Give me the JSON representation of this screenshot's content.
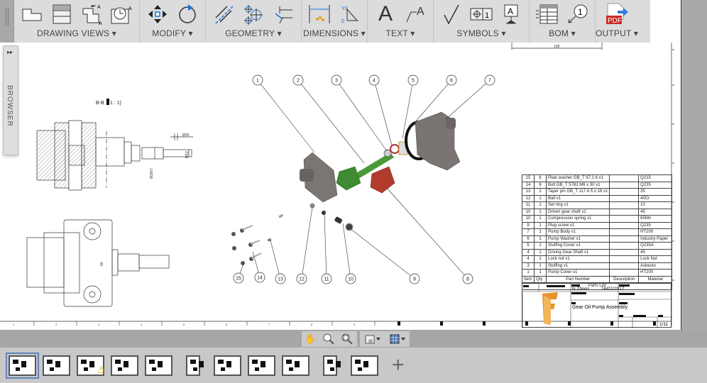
{
  "toolbar": {
    "groups": [
      {
        "label": "DRAWING VIEWS",
        "icons": [
          "base-view-icon",
          "projected-view-icon",
          "section-view-icon",
          "detail-view-icon"
        ]
      },
      {
        "label": "MODIFY",
        "icons": [
          "move-icon",
          "rotate-icon"
        ]
      },
      {
        "label": "GEOMETRY",
        "icons": [
          "centerline-icon",
          "center-mark-icon",
          "edge-extension-icon"
        ]
      },
      {
        "label": "DIMENSIONS",
        "icons": [
          "dimension-icon",
          "ordinate-dimension-icon"
        ]
      },
      {
        "label": "TEXT",
        "icons": [
          "text-icon",
          "leader-text-icon"
        ]
      },
      {
        "label": "SYMBOLS",
        "icons": [
          "surface-texture-icon",
          "feature-control-frame-icon",
          "datum-identifier-icon"
        ]
      },
      {
        "label": "BOM",
        "icons": [
          "table-icon",
          "balloon-icon"
        ]
      },
      {
        "label": "OUTPUT",
        "icons": [
          "pdf-export-icon"
        ]
      }
    ]
  },
  "browser": {
    "label": "BROWSER"
  },
  "drawing": {
    "section_label": "B-B",
    "section_scale": "1 : 1)",
    "dims": {
      "top": "108",
      "d35": "Ø35",
      "m12": "M12",
      "d18": "Ø18h7",
      "side": "80"
    },
    "ruler": [
      "1",
      "2",
      "3",
      "4",
      "5",
      "6",
      "7",
      "8",
      "9"
    ],
    "balloons": [
      "1",
      "2",
      "3",
      "4",
      "5",
      "6",
      "7",
      "15",
      "14",
      "13",
      "12",
      "11",
      "10",
      "9",
      "8"
    ]
  },
  "parts_list": {
    "title": "Parts List",
    "headers": [
      "Item",
      "Qty",
      "Part Number",
      "Description",
      "Material"
    ],
    "rows": [
      [
        "15",
        "6",
        "Plain washer GB_T 97.1 6 v1",
        "",
        "Q215"
      ],
      [
        "14",
        "6",
        "Bolt GB_T 5782 M6 x 30 v1",
        "",
        "Q235"
      ],
      [
        "13",
        "2",
        "Taper pin GB_T 117 A 5 x 18 v1",
        "",
        "35"
      ],
      [
        "12",
        "1",
        "Ball v1",
        "",
        "40Cr"
      ],
      [
        "11",
        "1",
        "Set ring v1",
        "",
        "10"
      ],
      [
        "10",
        "1",
        "Driven gear shaft v1",
        "",
        "45"
      ],
      [
        "10",
        "1",
        "Compression spring v1",
        "",
        "65Mn"
      ],
      [
        "9",
        "1",
        "Plug screw v1",
        "",
        "Q235"
      ],
      [
        "7",
        "1",
        "Pump Body v1",
        "",
        "HT200"
      ],
      [
        "6",
        "1",
        "Pump Washer v1",
        "",
        "Industry Paper"
      ],
      [
        "5",
        "1",
        "Stuffing Cover v1",
        "",
        "Q235A"
      ],
      [
        "4",
        "1",
        "Driving Gear Shaft v1",
        "",
        "45"
      ],
      [
        "4",
        "1",
        "Lock nut v1",
        "",
        "Lock Nut"
      ],
      [
        "3",
        "1",
        "Stuffing v1",
        "",
        "Asbesto"
      ],
      [
        "1",
        "1",
        "Pump Cover v1",
        "",
        "HT200"
      ]
    ]
  },
  "title_block": {
    "author": "N Zhixin",
    "date": "16/02/2017",
    "title": "Gear Oil Pump Assembly",
    "sheet": "1/11",
    "logo": "F"
  },
  "view_controls": [
    "pan-icon",
    "zoom-icon",
    "zoom-window-icon",
    "display-settings-icon",
    "grid-icon"
  ],
  "sheets": {
    "count": 11,
    "selected": 1,
    "warning_sheet": 3,
    "add_label": "+"
  },
  "colors": {
    "toolbar": "#dcdcdc",
    "accent": "#1a73d9",
    "selected": "#5b86b8",
    "driving_gear": "#4a9a3a",
    "driven_gear": "#b33b2e",
    "logo": "#e8912b"
  }
}
